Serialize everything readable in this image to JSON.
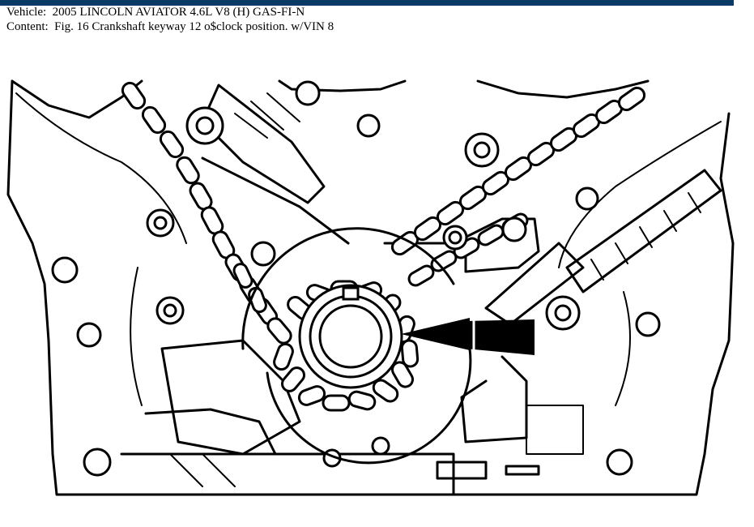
{
  "header": {
    "bar_color": "#0b3a66",
    "vehicle_label": "Vehicle:",
    "vehicle_value": "2005 LINCOLN AVIATOR 4.6L V8 (H) GAS-FI-N",
    "content_label": "Content:",
    "content_value": "Fig. 16 Crankshaft keyway 12 o$clock position. w/VIN 8"
  },
  "figure": {
    "subject": "engine front timing chain and crankshaft sprocket line drawing",
    "pointer": "arrow-icon"
  }
}
